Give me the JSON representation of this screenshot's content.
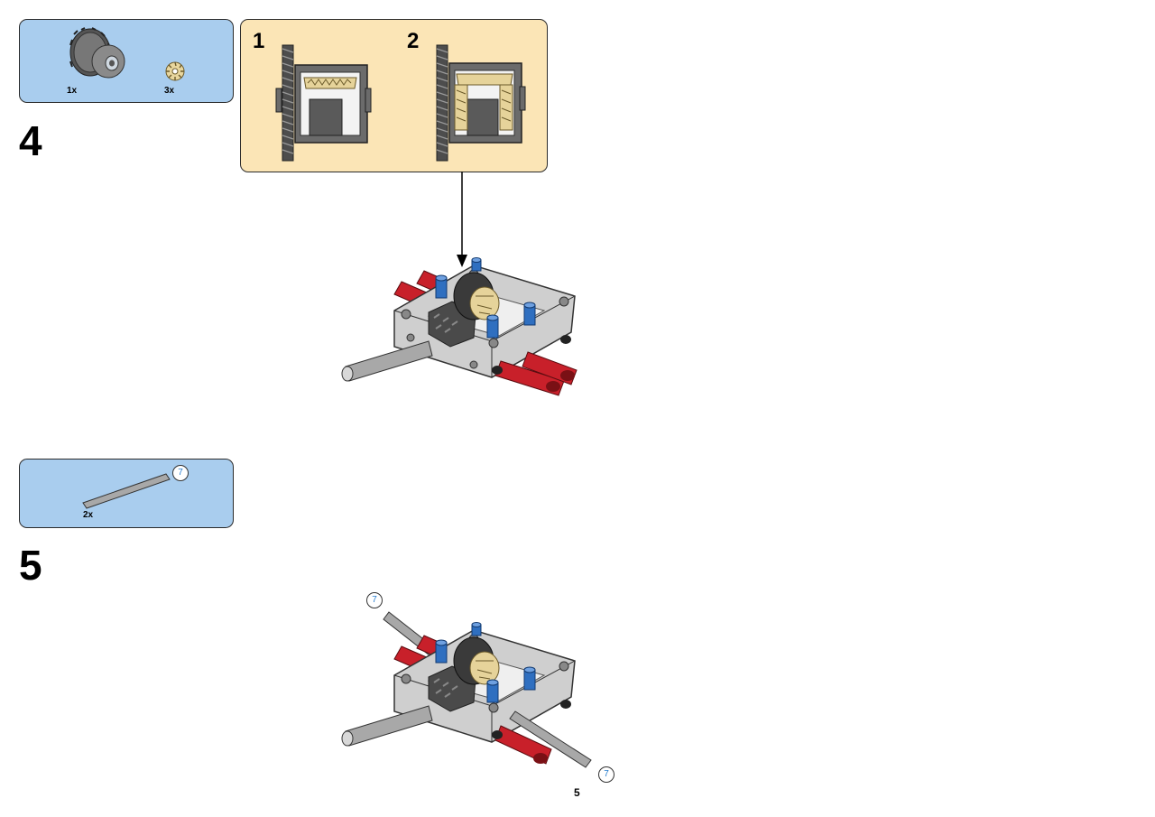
{
  "steps": [
    {
      "number": "4",
      "parts": [
        {
          "name": "differential",
          "qty": "1x"
        },
        {
          "name": "bevel-gear",
          "qty": "3x"
        }
      ],
      "substeps": [
        "1",
        "2"
      ]
    },
    {
      "number": "5",
      "parts": [
        {
          "name": "axle-7",
          "qty": "2x",
          "length": "7"
        }
      ],
      "callouts": [
        "7",
        "7"
      ]
    }
  ],
  "page_number": "5",
  "colors": {
    "parts_bg": "#a9cdee",
    "substep_bg": "#fbe5b6",
    "frame_gray": "#c8c8c8",
    "red": "#c8202a",
    "blue": "#2f6fc0",
    "tan": "#e6d39a"
  }
}
